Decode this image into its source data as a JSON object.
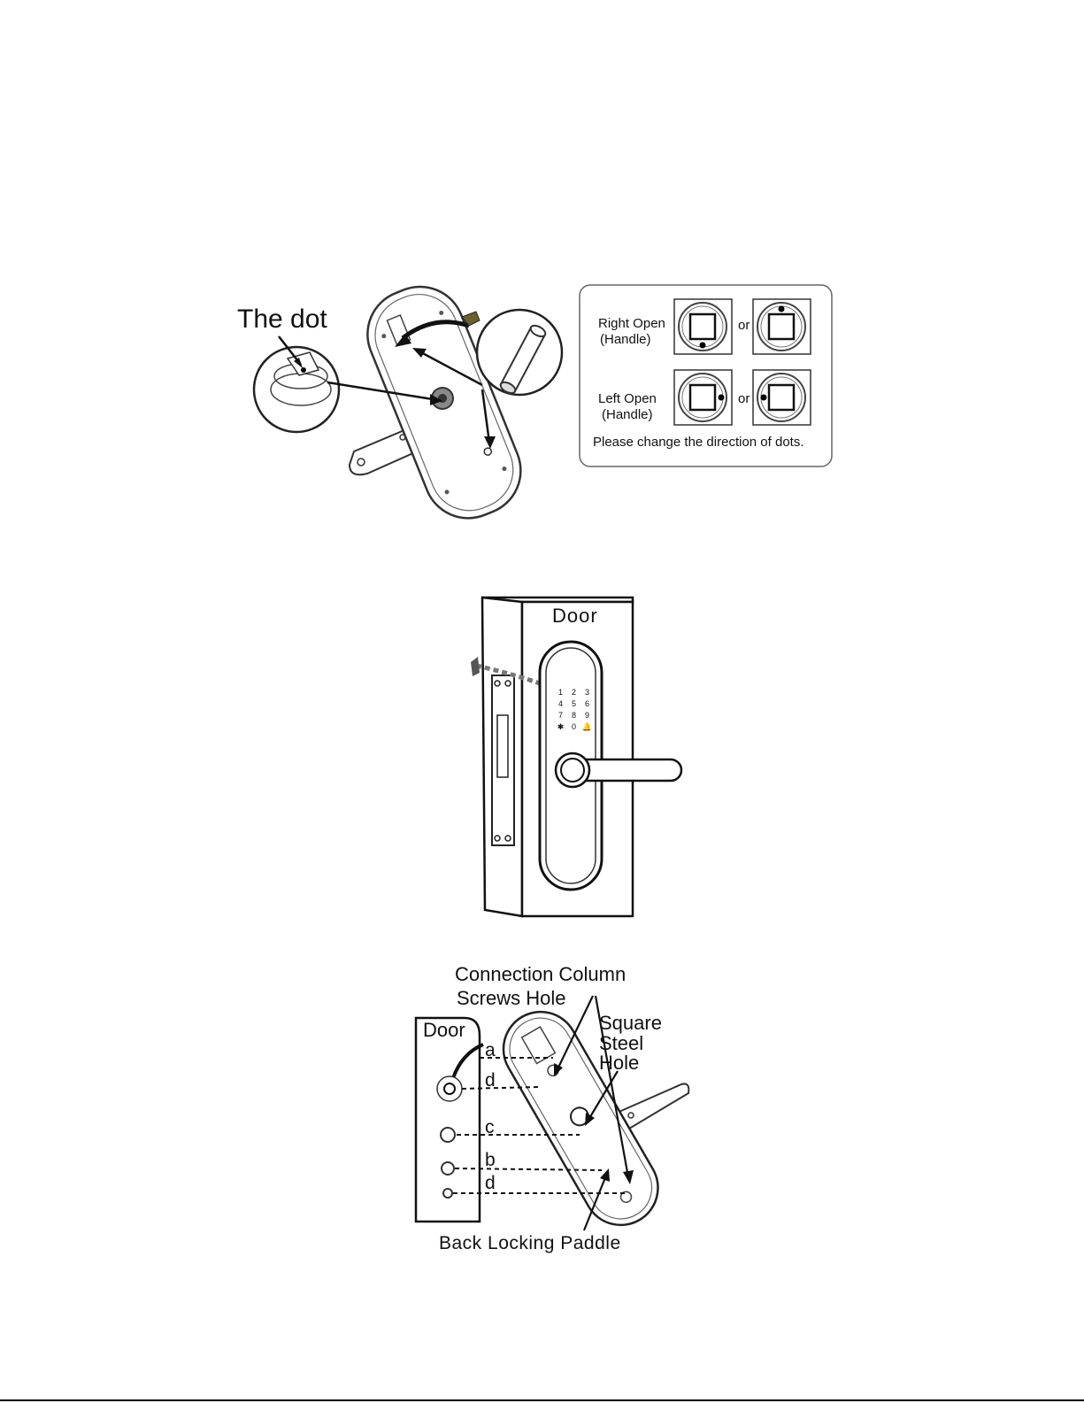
{
  "figure1": {
    "dot_label": "The dot",
    "panel": {
      "right_open_line1": "Right Open",
      "right_open_line2": "(Handle)",
      "left_open_line1": "Left Open",
      "left_open_line2": "(Handle)",
      "or_label": "or",
      "note": "Please change the direction of dots."
    }
  },
  "figure2": {
    "door_label": "Door",
    "keypad_keys": [
      "1",
      "2",
      "3",
      "4",
      "5",
      "6",
      "7",
      "8",
      "9",
      "✱",
      "0",
      "🔔"
    ]
  },
  "figure3": {
    "door_label": "Door",
    "connection_line1": "Connection Column",
    "connection_line2": "Screws Hole",
    "square_line1": "Square",
    "square_line2": "Steel",
    "square_line3": "Hole",
    "letters": [
      "a",
      "d",
      "c",
      "b",
      "d"
    ],
    "paddle_label": "Back Locking Paddle"
  }
}
